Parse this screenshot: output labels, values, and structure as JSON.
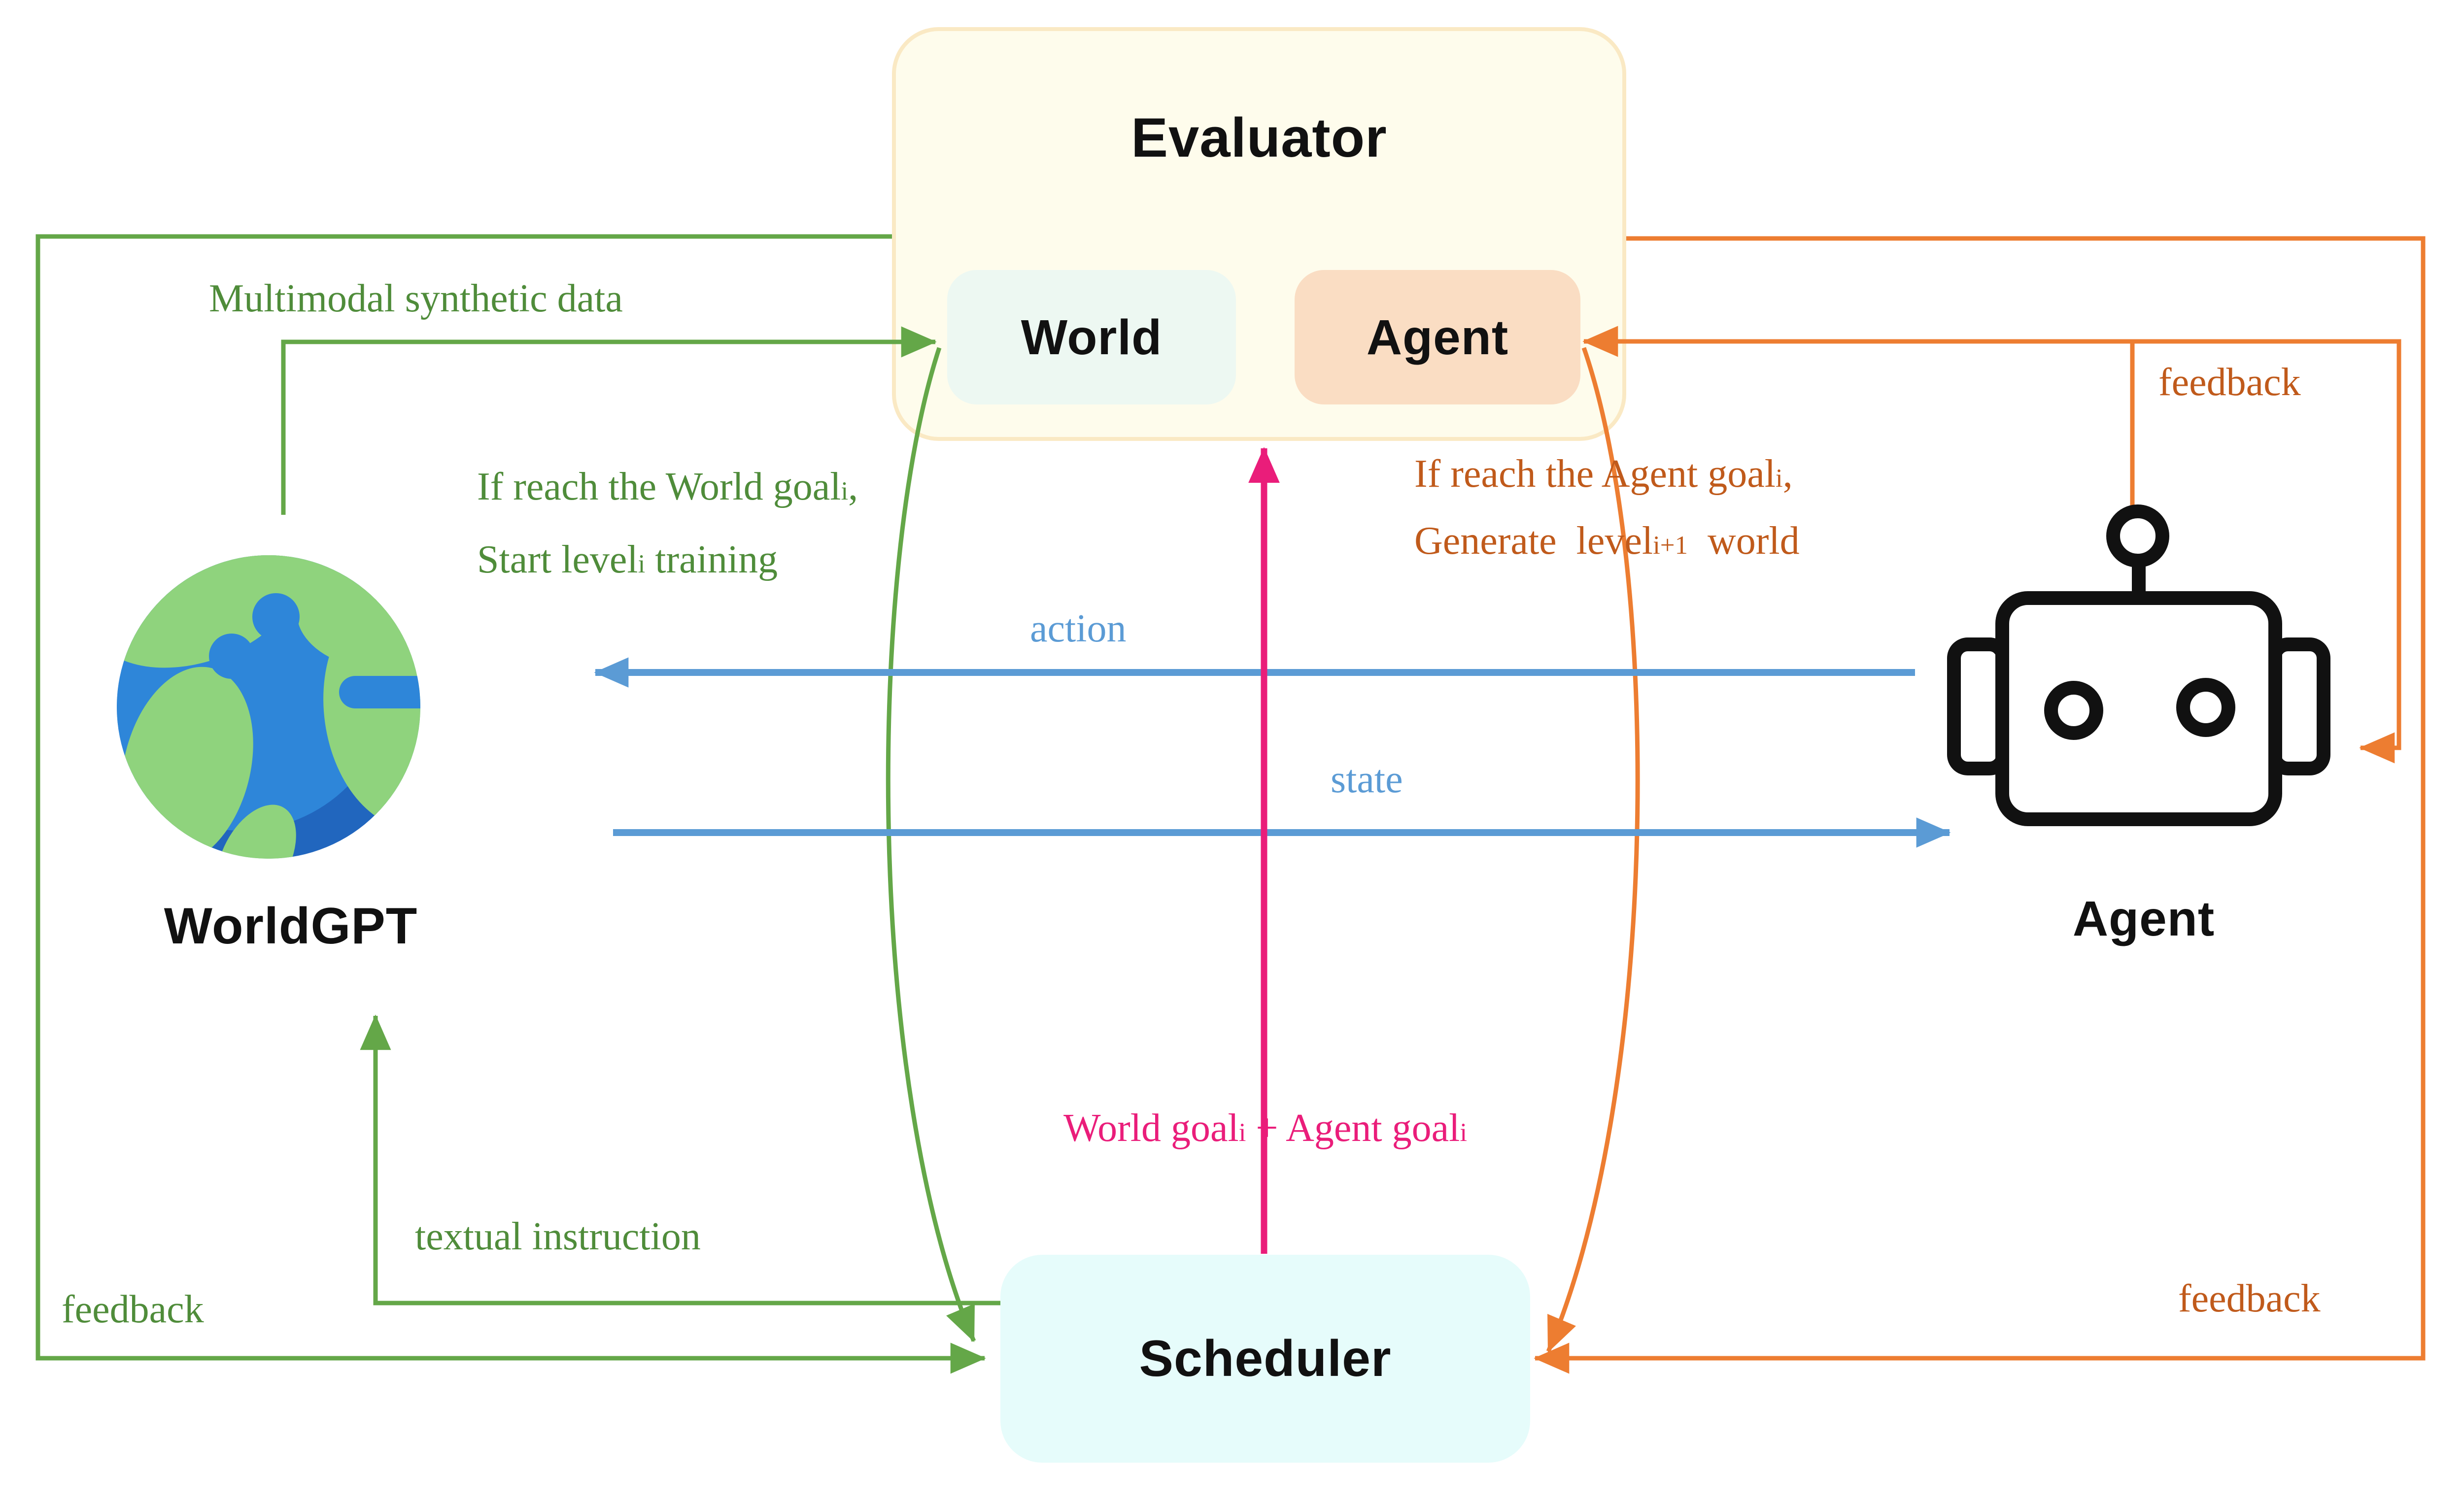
{
  "evaluator": {
    "title": "Evaluator",
    "world_label": "World",
    "agent_label": "Agent"
  },
  "worldgpt": {
    "label": "WorldGPT",
    "icon": "globe-icon"
  },
  "agent": {
    "label": "Agent",
    "icon": "robot-icon"
  },
  "scheduler": {
    "label": "Scheduler"
  },
  "labels": {
    "multimodal": "Multimodal synthetic data",
    "feedback_top_right": "feedback",
    "feedback_bottom_left": "feedback",
    "feedback_bottom_right": "feedback",
    "action": "action",
    "state": "state",
    "textual_instruction": "textual instruction",
    "world_goal": {
      "l1p1": "If reach the World goal",
      "l1s1": "i",
      "l1p2": ",",
      "l2p1": "Start level",
      "l2s1": "i",
      "l2p2": " training"
    },
    "agent_goal": {
      "l1p1": "If reach the Agent goal",
      "l1s1": "i",
      "l1p2": ",",
      "l2p1": "Generate  level",
      "l2s1": "i+1",
      "l2p2": "  world"
    },
    "goal_sum": {
      "p1": "World goal",
      "s1": "i",
      "p2": " + Agent goal",
      "s2": "i"
    }
  },
  "colors": {
    "green": "#64A748",
    "green_text": "#4F8C3A",
    "orange": "#ED7D31",
    "orange_text": "#C05A1B",
    "blue": "#5B9BD5",
    "pink": "#EA1D7A",
    "evaluator_fill": "#FEFCEC",
    "evaluator_border": "#FAE9C4",
    "world_fill": "#EDF8F2",
    "agent_fill": "#FADDC3",
    "scheduler_fill": "#E6FCFB",
    "globe_ocean": "#2E86D9",
    "globe_ocean_shadow": "#2166BE",
    "globe_land": "#8FD37D",
    "ink": "#111111"
  }
}
